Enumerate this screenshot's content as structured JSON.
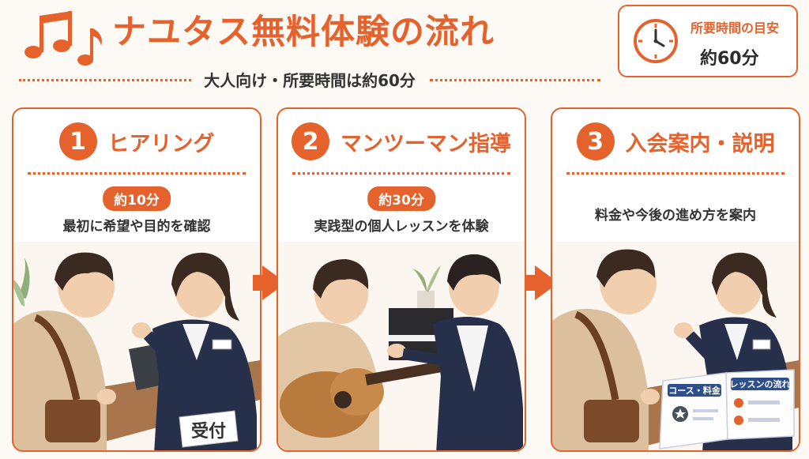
{
  "header": {
    "title": "ナユタス無料体験の流れ",
    "subtitle": "大人向け・所要時間は約60分"
  },
  "time_box": {
    "label": "所要時間の目安",
    "value": "約60分"
  },
  "steps": [
    {
      "number": "1",
      "title": "ヒアリング",
      "duration": "約10分",
      "description": "最初に希望や目的を確認",
      "sign": "受付"
    },
    {
      "number": "2",
      "title": "マンツーマン指導",
      "duration": "約30分",
      "description": "実践型の個人レッスンを体験"
    },
    {
      "number": "3",
      "title": "入会案内・説明",
      "description": "料金や今後の進め方を案内",
      "brochure_left": "コース・料金",
      "brochure_right": "レッスンの流れ"
    }
  ],
  "colors": {
    "accent": "#e5622d",
    "navy": "#27304a",
    "beige": "#d9b994",
    "wood": "#9b6a45"
  }
}
